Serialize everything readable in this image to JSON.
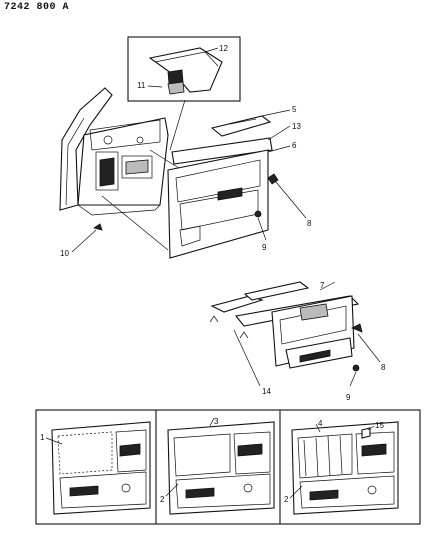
{
  "diagram_code": "7242 800 A",
  "callouts": {
    "c1": "1",
    "c2a": "2",
    "c2b": "2",
    "c3": "3",
    "c4": "4",
    "c5": "5",
    "c6": "6",
    "c7": "7",
    "c8a": "8",
    "c8b": "8",
    "c9a": "9",
    "c9b": "9",
    "c10": "10",
    "c11": "11",
    "c12": "12",
    "c13": "13",
    "c14": "14",
    "c15": "15"
  }
}
